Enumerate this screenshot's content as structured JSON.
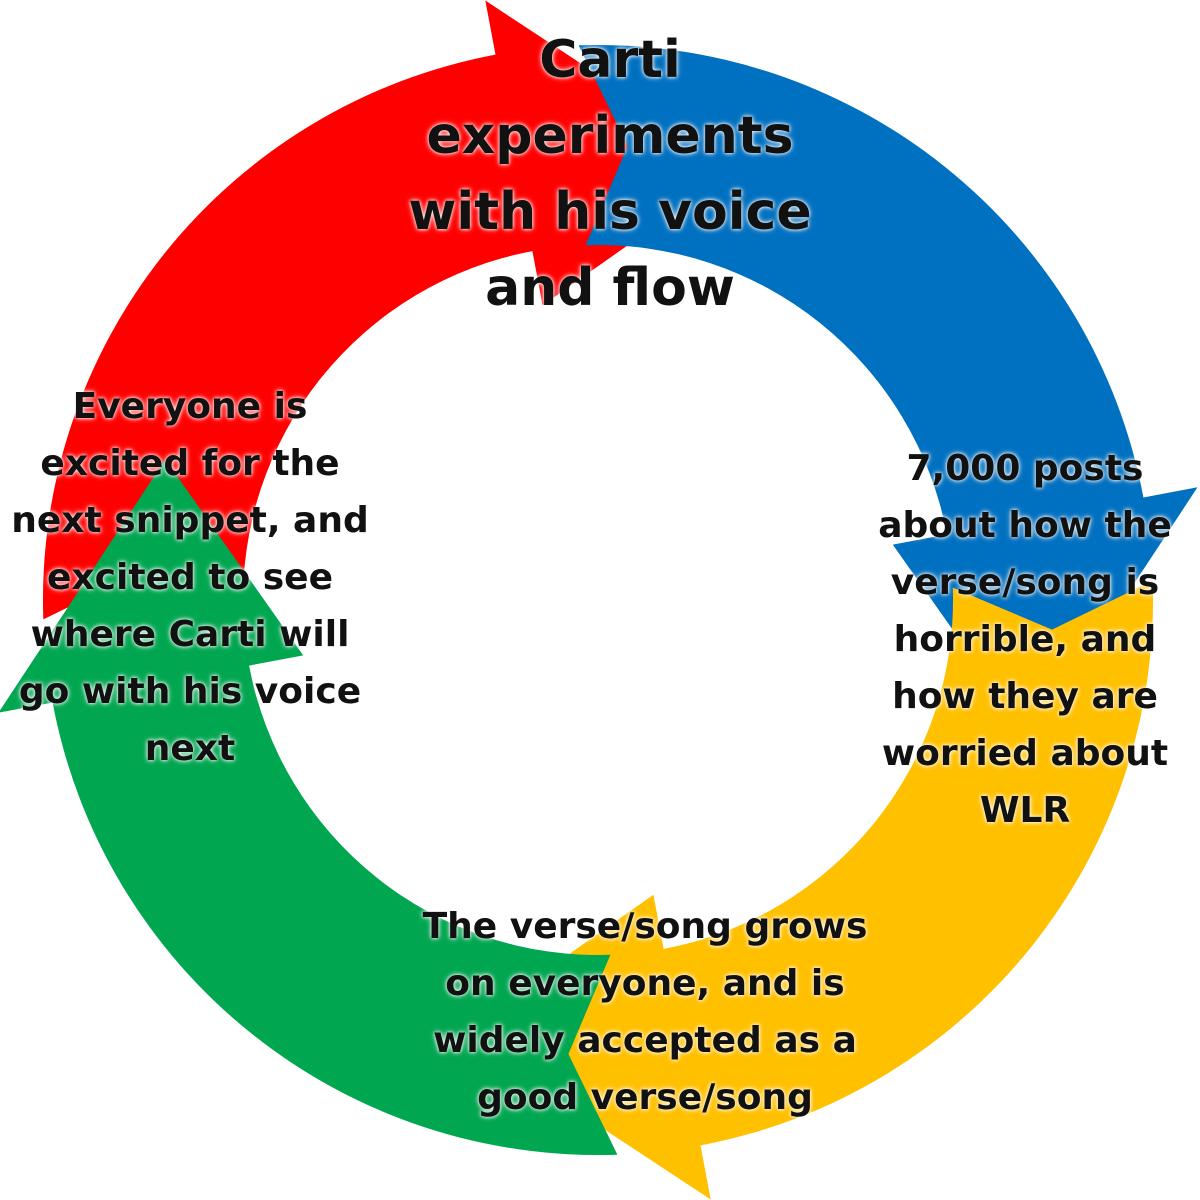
{
  "diagram": {
    "type": "cycle",
    "steps": [
      {
        "id": "top",
        "text": "Carti experiments with his voice and flow",
        "color": "#ff0000"
      },
      {
        "id": "right",
        "text": "7,000 posts about how the verse/song is horrible, and how they are worried about WLR",
        "color": "#0070c0"
      },
      {
        "id": "bottom",
        "text": "The verse/song grows on everyone, and is widely accepted as a good verse/song",
        "color": "#ffc000"
      },
      {
        "id": "left",
        "text": "Everyone is excited for the next snippet, and excited to see where Carti will go with his voice next",
        "color": "#00a650"
      }
    ]
  }
}
